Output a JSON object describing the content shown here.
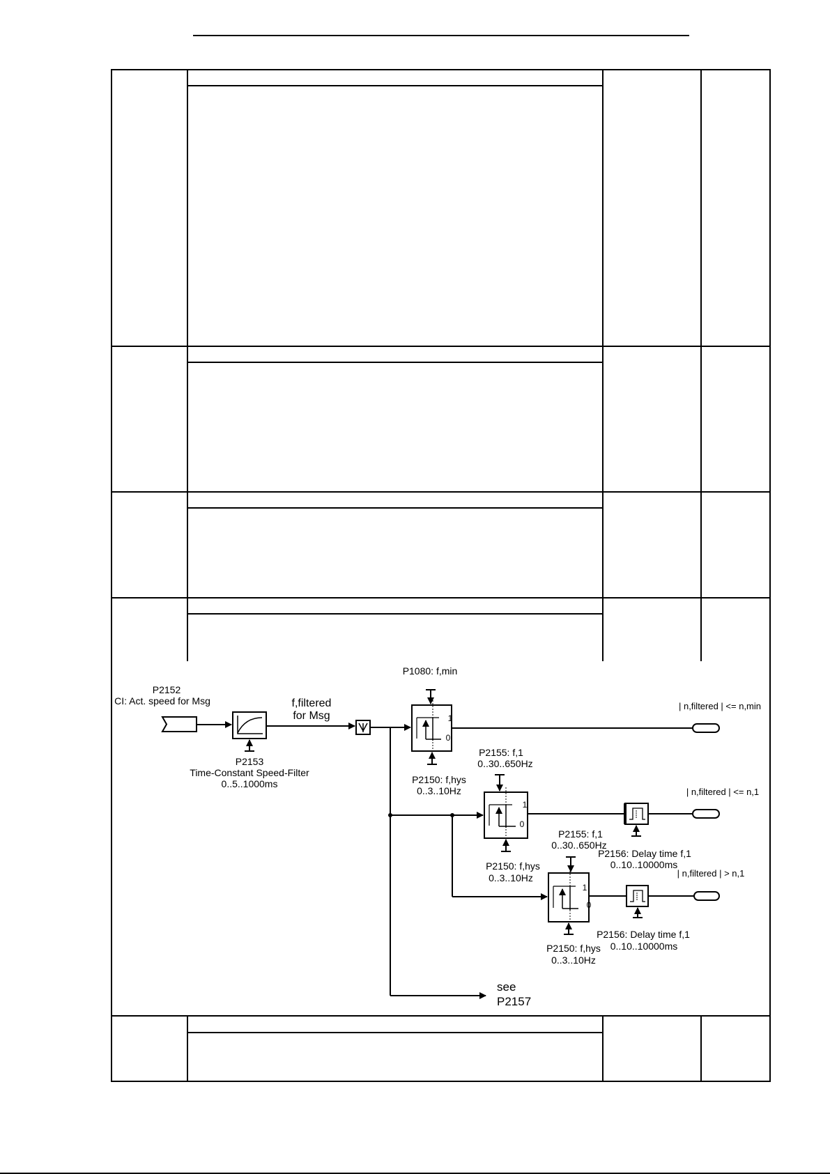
{
  "diagram": {
    "input_label_code": "P2152",
    "input_label_text": "CI: Act. speed for Msg",
    "filter_label_code": "P2153",
    "filter_label_text": "Time-Constant Speed-Filter",
    "filter_range": "0..5..1000ms",
    "signal_label_1": "f,filtered",
    "signal_label_2": "for Msg",
    "fmin_label": "P1080: f,min",
    "hys_label_1": "P2150: f,hys",
    "hys_range_1": "0..3..10Hz",
    "f1_label_1": "P2155: f,1",
    "f1_range_1": "0..30..650Hz",
    "hys_label_2": "P2150: f,hys",
    "hys_range_2": "0..3..10Hz",
    "f1_label_2": "P2155: f,1",
    "f1_range_2": "0..30..650Hz",
    "delay_label_1": "P2156: Delay time f,1",
    "delay_range_1": "0..10..10000ms",
    "delay_label_2": "P2156: Delay time f,1",
    "delay_range_2": "0..10..10000ms",
    "hys_label_3": "P2150: f,hys",
    "hys_range_3": "0..3..10Hz",
    "out1_label": "| n,filtered | <= n,min",
    "out2_label": "| n,filtered | <= n,1",
    "out3_label": "| n,filtered | > n,1",
    "comp_one": "1",
    "comp_zero": "0",
    "see_label_1": "see",
    "see_label_2": "P2157"
  }
}
